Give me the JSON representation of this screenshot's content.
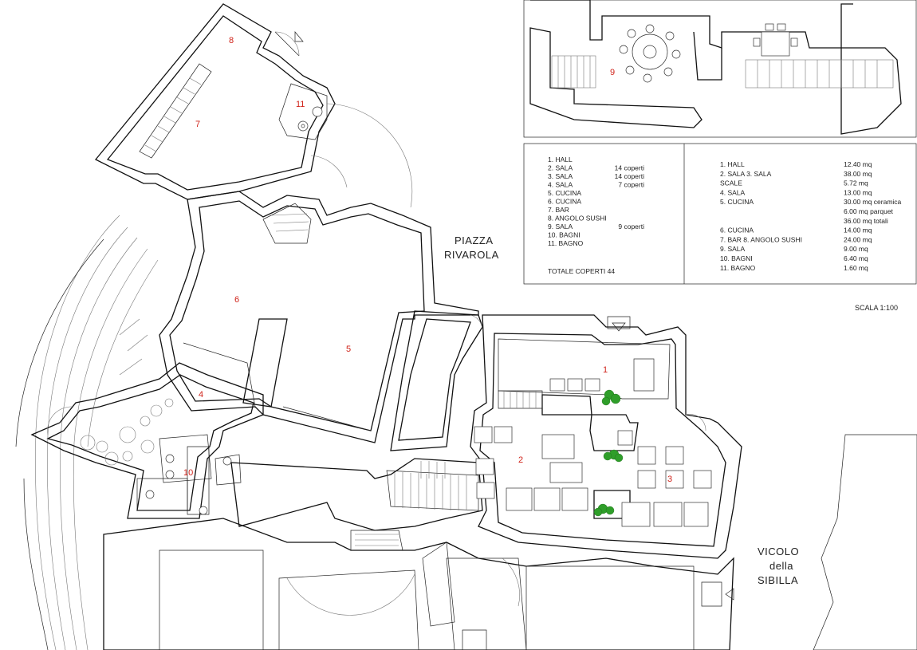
{
  "streets": {
    "piazza": [
      "PIAZZA",
      "RIVAROLA"
    ],
    "vicolo": [
      "VICOLO",
      "della",
      "SIBILLA"
    ]
  },
  "scale_label": "SCALA 1:100",
  "room_numbers": {
    "r1": "1",
    "r2": "2",
    "r3": "3",
    "r4": "4",
    "r5": "5",
    "r6": "6",
    "r7": "7",
    "r8": "8",
    "r9": "9",
    "r10": "10",
    "r11": "11"
  },
  "legend_left": {
    "items": [
      {
        "name": "1.  HALL",
        "info": ""
      },
      {
        "name": "2.  SALA",
        "info": "14 coperti"
      },
      {
        "name": "3.  SALA",
        "info": "14 coperti"
      },
      {
        "name": "4.  SALA",
        "info": "7 coperti"
      },
      {
        "name": "5.  CUCINA",
        "info": ""
      },
      {
        "name": "6.   CUCINA",
        "info": ""
      },
      {
        "name": "7.  BAR",
        "info": ""
      },
      {
        "name": "8.   ANGOLO SUSHI",
        "info": ""
      },
      {
        "name": "9.   SALA",
        "info": "9 coperti"
      },
      {
        "name": "10. BAGNI",
        "info": ""
      },
      {
        "name": "11. BAGNO",
        "info": ""
      }
    ],
    "total": "TOTALE COPERTI 44"
  },
  "legend_right": {
    "items": [
      {
        "name": "1.  HALL",
        "value": "12.40 mq"
      },
      {
        "name": "2.  SALA  3.  SALA",
        "value": "38.00 mq"
      },
      {
        "name": "     SCALE",
        "value": "5.72 mq"
      },
      {
        "name": "4.  SALA",
        "value": "13.00 mq"
      },
      {
        "name": "5.  CUCINA",
        "value": "30.00 mq ceramica"
      },
      {
        "name": "",
        "value": "6.00 mq parquet"
      },
      {
        "name": "",
        "value": "36.00 mq totali"
      },
      {
        "name": "6.  CUCINA",
        "value": "14.00 mq"
      },
      {
        "name": "7.  BAR  8.  ANGOLO SUSHI",
        "value": "24.00 mq"
      },
      {
        "name": "9.  SALA",
        "value": "9.00 mq"
      },
      {
        "name": "10. BAGNI",
        "value": "6.40 mq"
      },
      {
        "name": "11. BAGNO",
        "value": "1.60 mq"
      }
    ]
  }
}
